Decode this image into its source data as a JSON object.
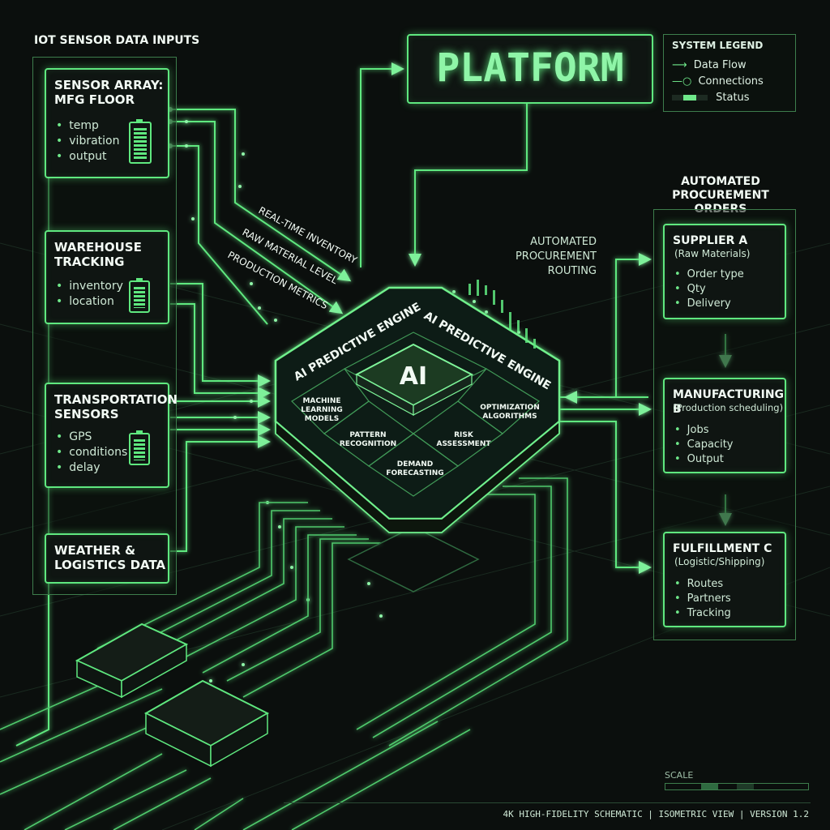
{
  "inputs": {
    "heading": "IOT SENSOR DATA INPUTS",
    "panels": [
      {
        "title": "SENSOR ARRAY:\nMFG FLOOR",
        "items": [
          "temp",
          "vibration",
          "output"
        ]
      },
      {
        "title": "WAREHOUSE\nTRACKING",
        "items": [
          "inventory",
          "location"
        ]
      },
      {
        "title": "TRANSPORTATION\nSENSORS",
        "items": [
          "GPS",
          "conditions",
          "delay"
        ]
      },
      {
        "title": "WEATHER &\nLOGISTICS DATA",
        "items": []
      }
    ]
  },
  "platform": {
    "title": "PLATFORM"
  },
  "legend": {
    "title": "SYSTEM LEGEND",
    "items": [
      "Data Flow",
      "Connections",
      "Status"
    ]
  },
  "flow_labels": [
    "REAL-TIME INVENTORY",
    "RAW MATERIAL LEVEL",
    "PRODUCTION METRICS"
  ],
  "routing_label": "AUTOMATED\nPROCUREMENT\nROUTING",
  "engine": {
    "title_left": "AI PREDICTIVE ENGINE",
    "title_right": "AI PREDICTIVE ENGINE",
    "chip": "AI",
    "modules": [
      "MACHINE\nLEARNING\nMODELS",
      "PATTERN\nRECOGNITION",
      "DEMAND\nFORECASTING",
      "RISK\nASSESSMENT",
      "OPTIMIZATION\nALGORITHMS"
    ]
  },
  "orders": {
    "heading": "AUTOMATED\nPROCUREMENT ORDERS",
    "panels": [
      {
        "title": "SUPPLIER A",
        "subtitle": "(Raw Materials)",
        "items": [
          "Order type",
          "Qty",
          "Delivery"
        ]
      },
      {
        "title": "MANUFACTURING B",
        "subtitle": "(Production scheduling)",
        "items": [
          "Jobs",
          "Capacity",
          "Output"
        ]
      },
      {
        "title": "FULFILLMENT C",
        "subtitle": "(Logistic/Shipping)",
        "items": [
          "Routes",
          "Partners",
          "Tracking"
        ]
      }
    ]
  },
  "footer": {
    "scale": "SCALE",
    "caption": "4K HIGH-FIDELITY SCHEMATIC | ISOMETRIC VIEW | VERSION 1.2"
  },
  "colors": {
    "accent": "#5fe87f",
    "background": "#0b0f0d"
  }
}
